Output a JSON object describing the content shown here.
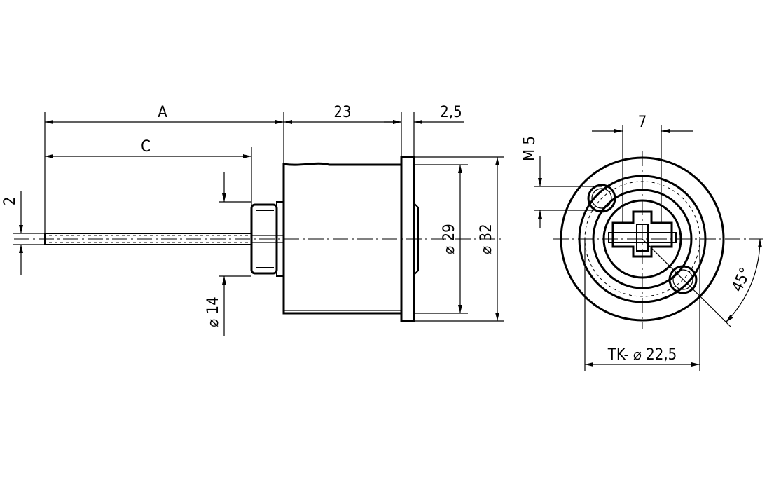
{
  "dimensions": {
    "A": "A",
    "C": "C",
    "housing_length": "23",
    "flange_thickness": "2,5",
    "shaft_diameter": "2",
    "bushing_diameter": "⌀ 14",
    "housing_diameter": "⌀ 29",
    "flange_diameter": "⌀ 32",
    "slot_width": "7",
    "thread": "M 5",
    "angle": "45°",
    "bolt_circle": "TK- ⌀ 22,5"
  }
}
